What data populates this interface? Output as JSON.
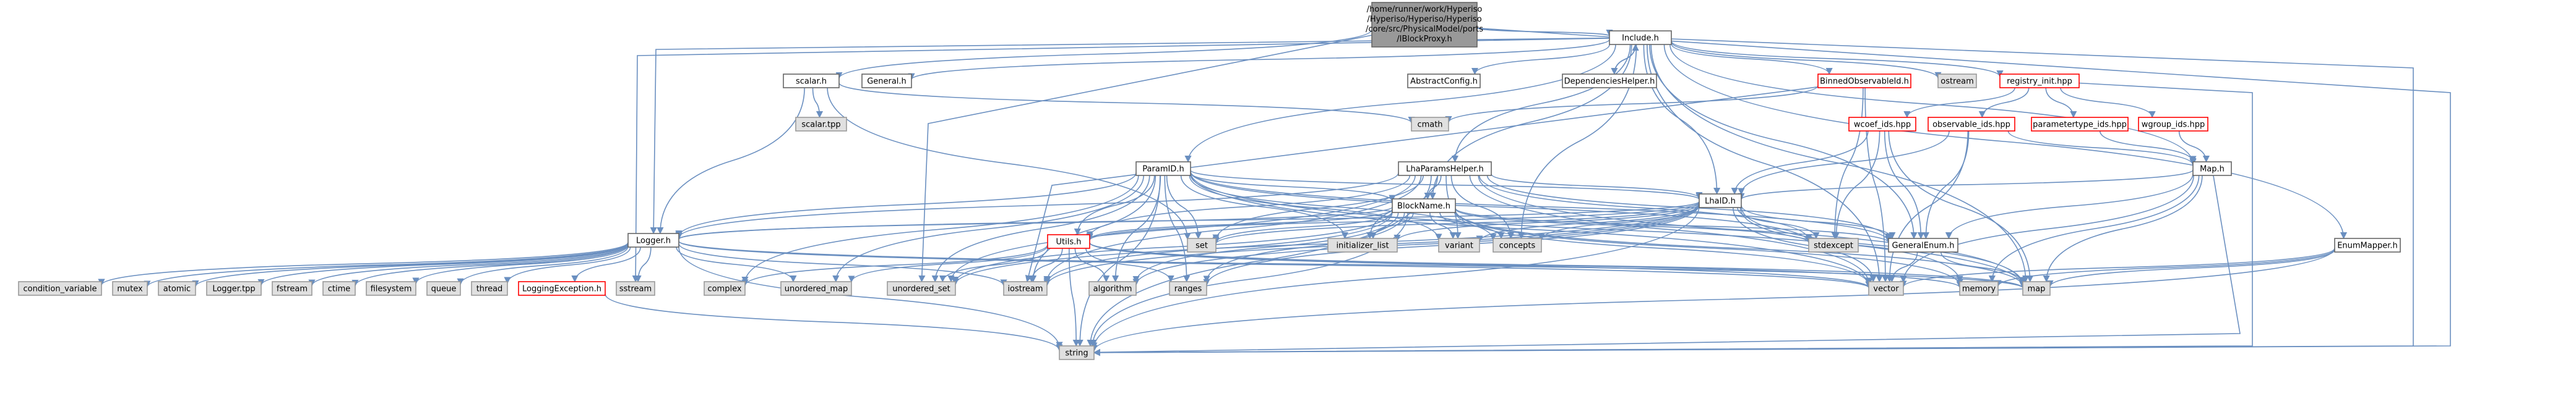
{
  "graph_title": "",
  "colors": {
    "edge": "#6a8fc0",
    "root_fill": "#999999",
    "root_border": "#666666",
    "normal_fill": "#ffffff",
    "normal_border": "#666666",
    "red_border": "#ff0000",
    "system_fill": "#e0e0e0",
    "system_border": "#999999"
  },
  "nodes": {
    "root": {
      "lines": [
        "/home/runner/work/Hyperiso",
        "/Hyperiso/Hyperiso/Hyperiso",
        "/core/src/PhysicalModel/ports",
        "/IBlockProxy.h"
      ]
    },
    "include_h": {
      "label": "Include.h"
    },
    "scalar_h": {
      "label": "scalar.h"
    },
    "general_h": {
      "label": "General.h"
    },
    "scalar_tpp": {
      "label": "scalar.tpp"
    },
    "cmath": {
      "label": "cmath"
    },
    "abstractconfig_h": {
      "label": "AbstractConfig.h"
    },
    "dependencieshelper_h": {
      "label": "DependenciesHelper.h"
    },
    "binnedobservableid_h": {
      "label": "BinnedObservableId.h"
    },
    "ostream": {
      "label": "ostream"
    },
    "registry_init_hpp": {
      "label": "registry_init.hpp"
    },
    "wcoef_ids_hpp": {
      "label": "wcoef_ids.hpp"
    },
    "observable_ids_hpp": {
      "label": "observable_ids.hpp"
    },
    "parametertype_ids_hpp": {
      "label": "parametertype_ids.hpp"
    },
    "wgroup_ids_hpp": {
      "label": "wgroup_ids.hpp"
    },
    "map_h": {
      "label": "Map.h"
    },
    "paramid_h": {
      "label": "ParamID.h"
    },
    "lhaparamshelper_h": {
      "label": "LhaParamsHelper.h"
    },
    "lhaid_h": {
      "label": "LhaID.h"
    },
    "blockname_h": {
      "label": "BlockName.h"
    },
    "logger_h": {
      "label": "Logger.h"
    },
    "utils_h": {
      "label": "Utils.h"
    },
    "set": {
      "label": "set"
    },
    "initializer_list": {
      "label": "initializer_list"
    },
    "variant": {
      "label": "variant"
    },
    "concepts": {
      "label": "concepts"
    },
    "stdexcept": {
      "label": "stdexcept"
    },
    "generalenum_h": {
      "label": "GeneralEnum.h"
    },
    "enummapper_h": {
      "label": "EnumMapper.h"
    },
    "condition_variable": {
      "label": "condition_variable"
    },
    "mutex": {
      "label": "mutex"
    },
    "atomic": {
      "label": "atomic"
    },
    "logger_tpp": {
      "label": "Logger.tpp"
    },
    "fstream": {
      "label": "fstream"
    },
    "ctime": {
      "label": "ctime"
    },
    "filesystem": {
      "label": "filesystem"
    },
    "queue": {
      "label": "queue"
    },
    "thread": {
      "label": "thread"
    },
    "loggingexception_h": {
      "label": "LoggingException.h"
    },
    "sstream": {
      "label": "sstream"
    },
    "complex": {
      "label": "complex"
    },
    "unordered_map": {
      "label": "unordered_map"
    },
    "unordered_set": {
      "label": "unordered_set"
    },
    "iostream": {
      "label": "iostream"
    },
    "algorithm": {
      "label": "algorithm"
    },
    "ranges": {
      "label": "ranges"
    },
    "vector": {
      "label": "vector"
    },
    "memory": {
      "label": "memory"
    },
    "map": {
      "label": "map"
    },
    "string": {
      "label": "string"
    }
  }
}
